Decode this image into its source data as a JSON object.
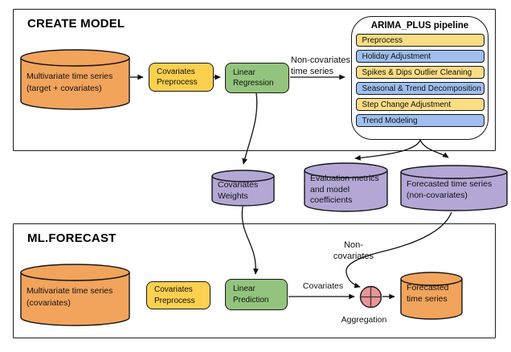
{
  "colors": {
    "orange": "#F2A45C",
    "yellow": "#FCD04F",
    "yellow-light": "#FBDD84",
    "green": "#93C47D",
    "blue": "#A0BFEF",
    "purple": "#B4A7D6",
    "red": "#E99598",
    "ink": "#161616"
  },
  "create_model": {
    "title": "CREATE MODEL",
    "source_db": "Multivariate time series\n(target + covariates)",
    "preprocess": "Covariates\nPreprocess",
    "regression": "Linear\nRegression",
    "edge_label": "Non-covariates\ntime series"
  },
  "pipeline": {
    "title": "ARIMA_PLUS pipeline",
    "steps": [
      {
        "label": "Preprocess",
        "tone": "yellow"
      },
      {
        "label": "Holiday Adjustment",
        "tone": "blue"
      },
      {
        "label": "Spikes & Dips Outlier Cleaning",
        "tone": "yellow"
      },
      {
        "label": "Seasonal & Trend Decomposition",
        "tone": "blue"
      },
      {
        "label": "Step Change Adjustment",
        "tone": "yellow"
      },
      {
        "label": "Trend Modeling",
        "tone": "blue"
      }
    ]
  },
  "artifacts": {
    "covariates_weights": "Covariates\nWeights",
    "evaluation": "Evaluation metrics\nand model\ncoefficients",
    "forecast_noncovariates": "Forecasted time series\n(non-covariates)"
  },
  "ml_forecast": {
    "title": "ML.FORECAST",
    "source_db": "Multivariate time series\n(covariates)",
    "preprocess": "Covariates\nPreprocess",
    "prediction": "Linear\nPrediction",
    "covariates_label": "Covariates",
    "noncovariates_label": "Non-covariates",
    "aggregation_label": "Aggregation",
    "output_db": "Forecasted\ntime series"
  }
}
